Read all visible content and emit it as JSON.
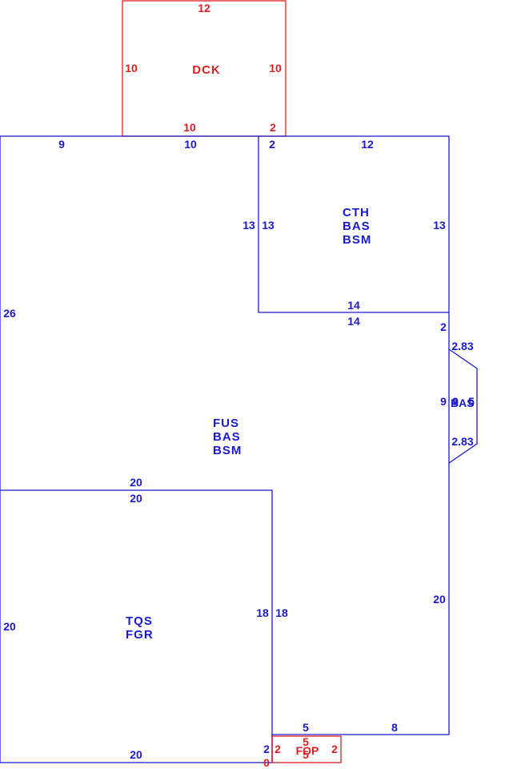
{
  "colors": {
    "main_outline": "#1a1acc",
    "accessory_outline": "#dd1f1f",
    "background": "#ffffff"
  },
  "deck": {
    "codes": [
      "DCK"
    ],
    "dims": {
      "top": "12",
      "left": "10",
      "right": "10",
      "bottom": "10",
      "bottom_right": "2"
    }
  },
  "main": {
    "codes": [
      "FUS",
      "BAS",
      "BSM"
    ],
    "dims": {
      "top_left": "9",
      "top_mid": "10",
      "top_right_a": "2",
      "top_right_b": "12",
      "left": "26",
      "inner_13": "13",
      "bottom_20": "20",
      "right_20": "20",
      "bottom_5": "5",
      "bottom_8": "8",
      "right_2": "2"
    }
  },
  "cathedral": {
    "codes": [
      "CTH",
      "BAS",
      "BSM"
    ],
    "dims": {
      "left": "13",
      "right": "13",
      "bottom": "14",
      "bottom_outer": "14",
      "left_outer": "13"
    }
  },
  "bay": {
    "codes": [
      "BAS"
    ],
    "dims": {
      "top_diag": "2.83",
      "bottom_diag": "2.83",
      "left": "9",
      "right_a": "9",
      "right_b": "5"
    }
  },
  "garage": {
    "codes": [
      "TQS",
      "FGR"
    ],
    "dims": {
      "top": "20",
      "left": "20",
      "right": "18",
      "right_outer": "18",
      "bottom": "20",
      "top_outer": "20",
      "corner_2": "2",
      "corner_0": "0"
    }
  },
  "porch": {
    "codes": [
      "FOP"
    ],
    "dims": {
      "left": "2",
      "right": "2",
      "top": "5",
      "bottom": "5"
    }
  }
}
